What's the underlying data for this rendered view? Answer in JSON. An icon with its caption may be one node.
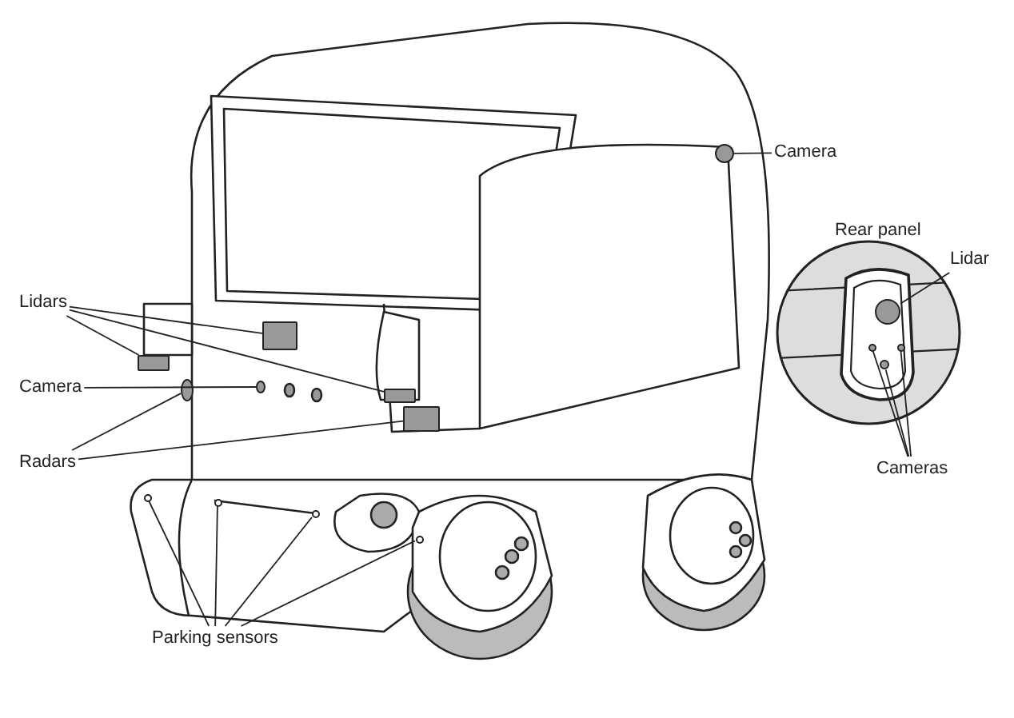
{
  "diagram": {
    "nodes": [
      {
        "text": [
          "Camera"
        ]
      },
      {
        "text": [
          "Rear panel"
        ]
      },
      {
        "text": [
          "Lidar"
        ]
      },
      {
        "text": [
          "Cameras"
        ]
      },
      {
        "text": [
          "Lidars"
        ]
      },
      {
        "text": [
          "Camera"
        ]
      },
      {
        "text": [
          "Radars"
        ]
      },
      {
        "text": [
          "Parking sensors"
        ]
      },
      {
        "text": [],
        "shape": "circle"
      },
      {
        "text": [],
        "shape": "circle",
        "in": 1
      },
      {
        "text": [],
        "shape": "circle",
        "in": 1
      },
      {
        "text": [],
        "shape": "circle",
        "in": 1
      },
      {
        "text": [],
        "shape": "circle",
        "in": 1
      },
      {
        "text": [],
        "shape": "box"
      },
      {
        "text": [],
        "shape": "box"
      },
      {
        "text": [],
        "shape": "box"
      },
      {
        "text": [],
        "shape": "circle"
      },
      {
        "text": [],
        "shape": "circle"
      },
      {
        "text": [],
        "shape": "box"
      },
      {
        "text": [],
        "shape": "circle"
      },
      {
        "text": [],
        "shape": "circle"
      },
      {
        "text": [],
        "shape": "circle"
      },
      {
        "text": [],
        "shape": "circle"
      }
    ],
    "edges": [
      {
        "from": 0,
        "to": 8,
        "arrow": "none"
      },
      {
        "from": 2,
        "to": 9,
        "arrow": "none"
      },
      {
        "from": 3,
        "to": 10,
        "arrow": "none"
      },
      {
        "from": 3,
        "to": 11,
        "arrow": "none"
      },
      {
        "from": 3,
        "to": 12,
        "arrow": "none"
      },
      {
        "from": 4,
        "to": 13,
        "arrow": "none"
      },
      {
        "from": 4,
        "to": 14,
        "arrow": "none"
      },
      {
        "from": 4,
        "to": 15,
        "arrow": "none"
      },
      {
        "from": 5,
        "to": 16,
        "arrow": "none"
      },
      {
        "from": 6,
        "to": 17,
        "arrow": "none"
      },
      {
        "from": 6,
        "to": 18,
        "arrow": "none"
      },
      {
        "from": 7,
        "to": 19,
        "arrow": "none"
      },
      {
        "from": 7,
        "to": 20,
        "arrow": "none"
      },
      {
        "from": 7,
        "to": 21,
        "arrow": "none"
      },
      {
        "from": 7,
        "to": 22,
        "arrow": "none"
      }
    ]
  }
}
